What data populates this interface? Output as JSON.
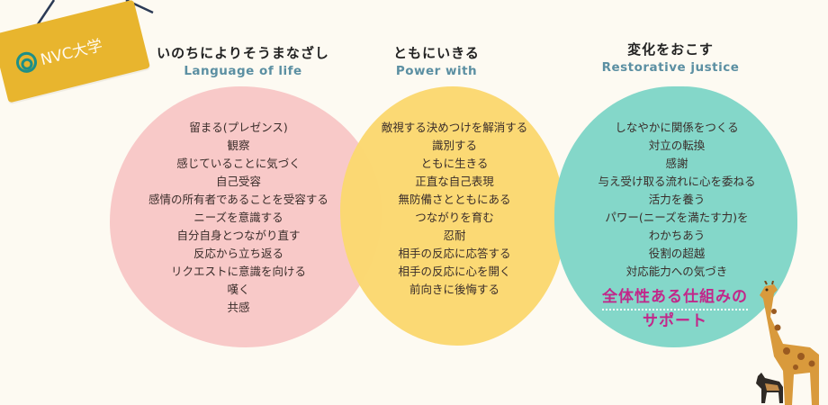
{
  "logo": {
    "text": "NVC大学"
  },
  "columns": [
    {
      "title": "いのちによりそうまなざし",
      "subtitle": "Language of life",
      "items": [
        "留まる(プレゼンス)",
        "観察",
        "感じていることに気づく",
        "自己受容",
        "感情の所有者であることを受容する",
        "ニーズを意識する",
        "自分自身とつながり直す",
        "反応から立ち返る",
        "リクエストに意識を向ける",
        "嘆く",
        "共感"
      ]
    },
    {
      "title": "ともにいきる",
      "subtitle": "Power with",
      "items": [
        "敵視する決めつけを解消する",
        "識別する",
        "ともに生きる",
        "正直な自己表現",
        "無防備さとともにある",
        "つながりを育む",
        "忍耐",
        "相手の反応に応答する",
        "相手の反応に心を開く",
        "前向きに後悔する"
      ]
    },
    {
      "title": "変化をおこす",
      "subtitle": "Restorative justice",
      "items": [
        "しなやかに関係をつくる",
        "対立の転換",
        "感謝",
        "与え受け取る流れに心を委ねる",
        "活力を養う",
        "パワー(ニーズを満たす力)を",
        "わかちあう",
        "役割の超越",
        "対応能力への気づき"
      ],
      "highlight": [
        "全体性ある仕組みの",
        "サポート"
      ]
    }
  ],
  "colors": {
    "pink": "#f8c9c8",
    "yellow": "#fbd86f",
    "teal": "#84d7c9",
    "sign": "#e8b52e",
    "subtitle": "#5b8fa2",
    "highlight": "#c2278a"
  }
}
